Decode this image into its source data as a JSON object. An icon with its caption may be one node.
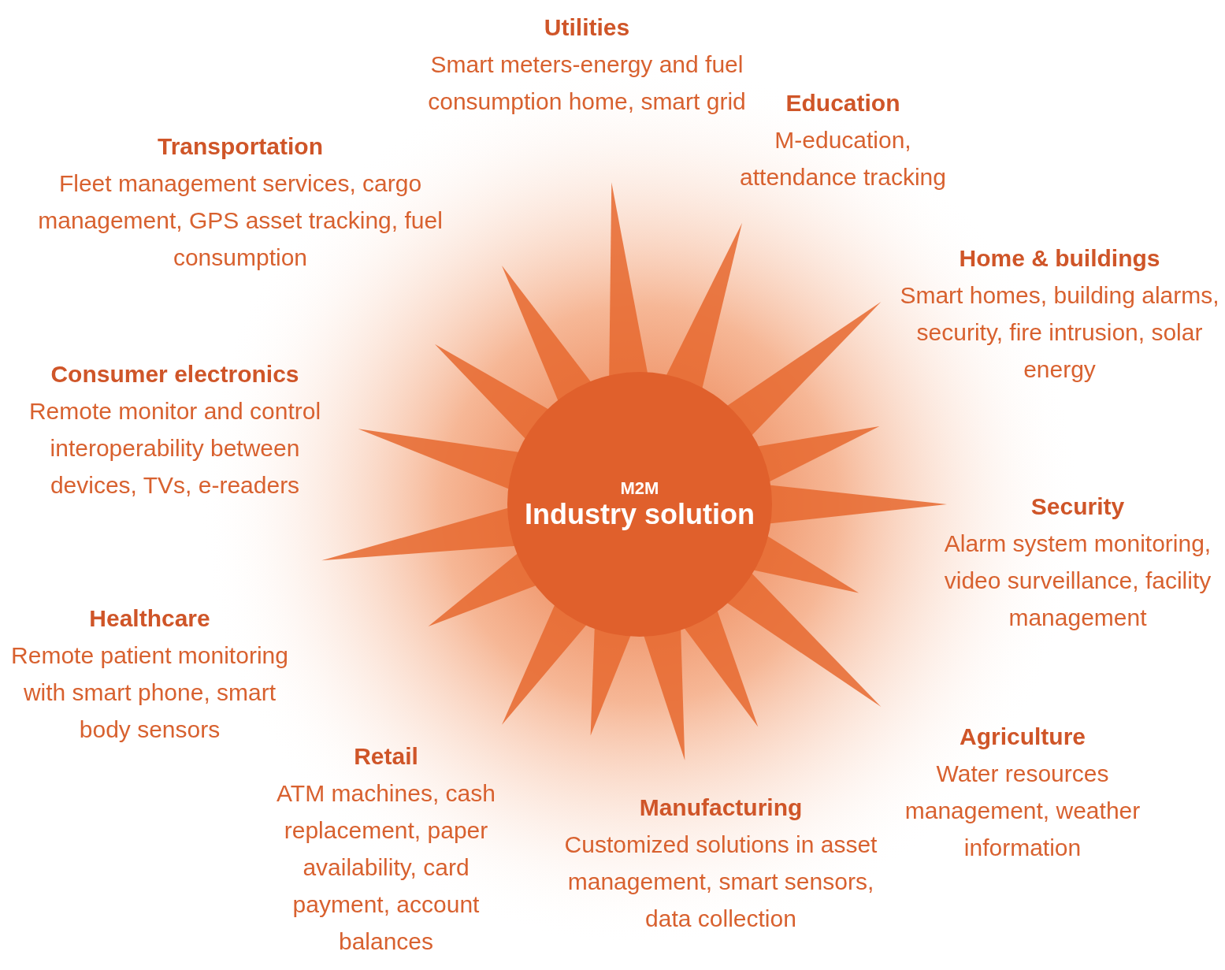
{
  "diagram": {
    "nodes": [
      {
        "text": [
          "Utilities",
          "Smart meters-energy and fuel consumption home, smart grid"
        ]
      },
      {
        "text": [
          "Education",
          "M-education, attendance tracking"
        ]
      },
      {
        "text": [
          "Transportation",
          "Fleet management services, cargo management, GPS asset tracking, fuel consumption"
        ]
      },
      {
        "text": [
          "Home & buildings",
          "Smart homes, building alarms, security, fire intrusion, solar energy"
        ]
      },
      {
        "text": [
          "Consumer electronics",
          "Remote monitor and control interoperability between devices, TVs, e-readers"
        ]
      },
      {
        "text": [
          "M2M",
          "Industry solution"
        ]
      },
      {
        "text": [
          "Security",
          "Alarm system monitoring, video surveillance, facility management"
        ]
      },
      {
        "text": [
          "Healthcare",
          "Remote patient monitoring with smart phone, smart body sensors"
        ]
      },
      {
        "text": [
          "Agriculture",
          "Water resources management, weather information"
        ]
      },
      {
        "text": [
          "Retail",
          "ATM machines, cash replacement, paper availability, card payment, account balances"
        ]
      },
      {
        "text": [
          "Manufacturing",
          "Customized solutions in asset management, smart sensors, data collection"
        ]
      }
    ],
    "edges": []
  }
}
